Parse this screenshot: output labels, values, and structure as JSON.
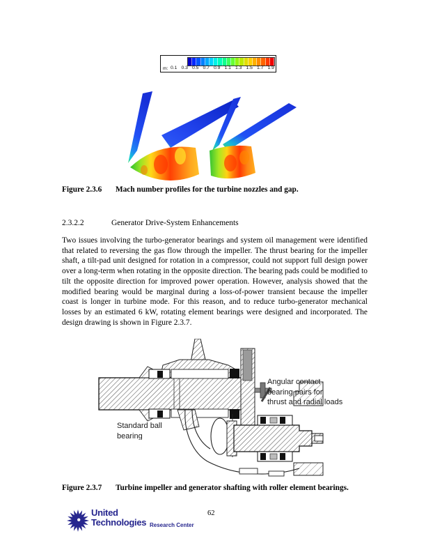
{
  "legend": {
    "label": "m:",
    "ticks": [
      "0.1",
      "0.3",
      "0.5",
      "0.7",
      "0.9",
      "1.1",
      "1.3",
      "1.5",
      "1.7",
      "1.9"
    ],
    "colors": [
      "#0a00c8",
      "#0028ff",
      "#0055ff",
      "#0080ff",
      "#00aaff",
      "#00d4ff",
      "#00f2e6",
      "#00ffbb",
      "#0fff8c",
      "#3cff5e",
      "#66ff33",
      "#94f511",
      "#bfeb00",
      "#e3dd00",
      "#ffd000",
      "#ffb000",
      "#ff8c00",
      "#ff6400",
      "#ff3700",
      "#f00000"
    ]
  },
  "figure_top": {
    "label": "Figure 2.3.6",
    "caption": "Mach number profiles for the turbine nozzles and gap."
  },
  "section": {
    "number": "2.3.2.2",
    "title": "Generator Drive-System Enhancements"
  },
  "body": {
    "paragraph": "Two issues involving the turbo-generator bearings and system oil management were identified that related to reversing the gas flow through the impeller.  The thrust bearing for the impeller shaft, a tilt-pad unit designed for rotation in a compressor, could not support full design power over a long-term when rotating in the opposite direction.  The bearing pads could be modified to tilt the opposite direction for improved power operation.  However, analysis showed that the modified bearing would be marginal during a loss-of-power transient because the impeller coast is longer in turbine mode. For this reason, and to reduce turbo-generator mechanical losses by an estimated 6 kW, rotating element bearings were designed and incorporated. The design drawing is shown in Figure 2.3.7."
  },
  "drawing": {
    "label_standard_ball": {
      "line1": "Standard ball",
      "line2": "bearing"
    },
    "label_angular_contact": {
      "line1": "Angular contact",
      "line2": "bearing pairs for",
      "line3": "thrust and radial loads"
    }
  },
  "figure_bottom": {
    "label": "Figure 2.3.7",
    "caption": "Turbine impeller and generator shafting with roller element bearings."
  },
  "footer": {
    "brand_line1": "United",
    "brand_line2": "Technologies",
    "brand_sub": "Research Center",
    "brand_color": "#26268e",
    "page_number": "62"
  }
}
